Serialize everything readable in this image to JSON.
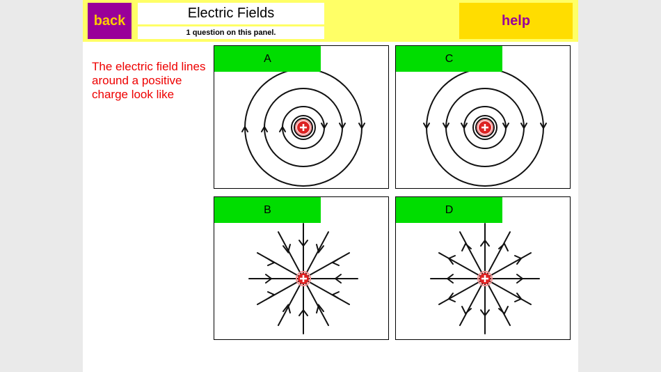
{
  "header": {
    "back_label": "back",
    "title": "Electric Fields",
    "subtitle": "1 question on this panel.",
    "help_label": "help"
  },
  "question": {
    "text": "The electric field lines around a positive charge look like"
  },
  "options": [
    {
      "label": "A",
      "diagram": "concentric-circles",
      "arrow_direction": "up-left-side / down-right-side"
    },
    {
      "label": "C",
      "diagram": "concentric-circles",
      "arrow_direction": "down"
    },
    {
      "label": "B",
      "diagram": "radial-lines",
      "arrow_direction": "inward"
    },
    {
      "label": "D",
      "diagram": "radial-lines",
      "arrow_direction": "outward"
    }
  ],
  "colors": {
    "header_bg": "#ffff66",
    "back_bg": "#990099",
    "back_text": "#ffcc00",
    "help_bg": "#ffdd00",
    "help_text": "#990099",
    "question_text": "#ee0000",
    "option_label_bg": "#00dd00",
    "charge": "#dd2222"
  },
  "icons": {
    "charge": "positive-charge-icon"
  }
}
